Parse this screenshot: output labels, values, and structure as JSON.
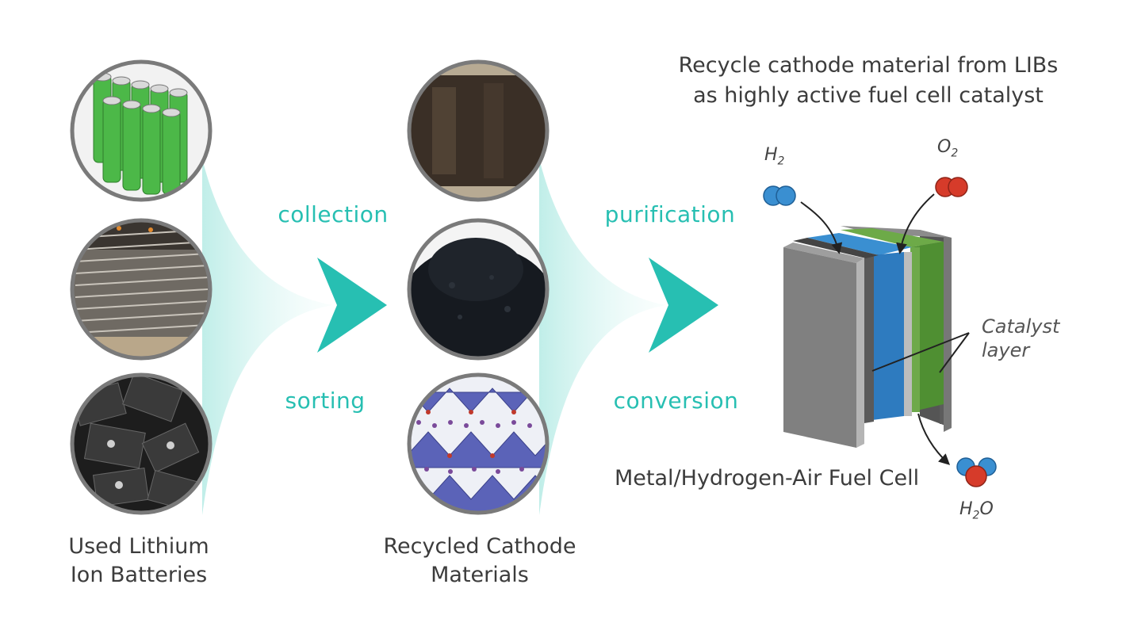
{
  "labels": {
    "used_batteries_line1": "Used Lithium",
    "used_batteries_line2": "Ion Batteries",
    "recycled_line1": "Recycled Cathode",
    "recycled_line2": "Materials",
    "fuel_cell": "Metal/Hydrogen-Air Fuel Cell"
  },
  "steps": {
    "collection": "collection",
    "sorting": "sorting",
    "purification": "purification",
    "conversion": "conversion"
  },
  "title": {
    "line1": "Recycle cathode material from LIBs",
    "line2": "as highly active fuel cell catalyst"
  },
  "catalyst": {
    "line1": "Catalyst",
    "line2": "layer"
  },
  "chemicals": {
    "h2_base": "H",
    "h2_sub": "2",
    "o2_base": "O",
    "o2_sub": "2",
    "h2o_h": "H",
    "h2o_sub": "2",
    "h2o_o": "O"
  },
  "colors": {
    "teal": "#27bfb2",
    "blue": "#2f7fc1",
    "green": "#5e9a3f",
    "red": "#d63b2a",
    "gray": "#8a8a8a"
  }
}
